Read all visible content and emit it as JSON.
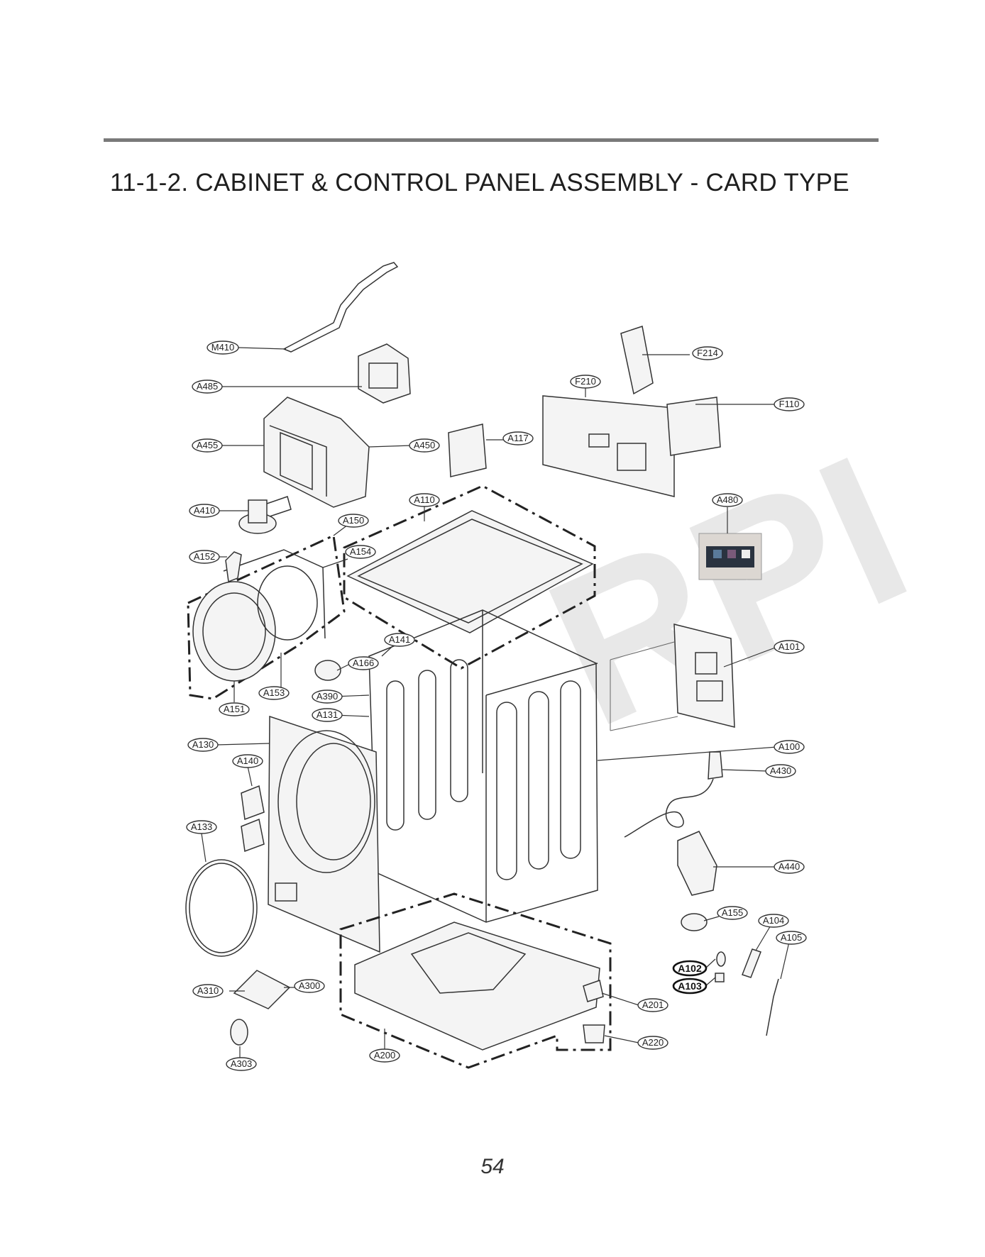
{
  "title": "11-1-2. CABINET & CONTROL PANEL ASSEMBLY - CARD TYPE",
  "page_number": "54",
  "watermark": "RPI",
  "part_labels": {
    "M410": "M410",
    "A485": "A485",
    "A455": "A455",
    "A450": "A450",
    "A410": "A410",
    "A150": "A150",
    "A152": "A152",
    "A154": "A154",
    "A166": "A166",
    "A153": "A153",
    "A151": "A151",
    "A141": "A141",
    "A390": "A390",
    "A131": "A131",
    "A130": "A130",
    "A140": "A140",
    "A133": "A133",
    "A310": "A310",
    "A300": "A300",
    "A303": "A303",
    "A200": "A200",
    "A110": "A110",
    "A117": "A117",
    "F210": "F210",
    "F214": "F214",
    "F110": "F110",
    "A480": "A480",
    "A101": "A101",
    "A100": "A100",
    "A430": "A430",
    "A440": "A440",
    "A155": "A155",
    "A104": "A104",
    "A105": "A105",
    "A102": "A102",
    "A103": "A103",
    "A201": "A201",
    "A220": "A220"
  }
}
